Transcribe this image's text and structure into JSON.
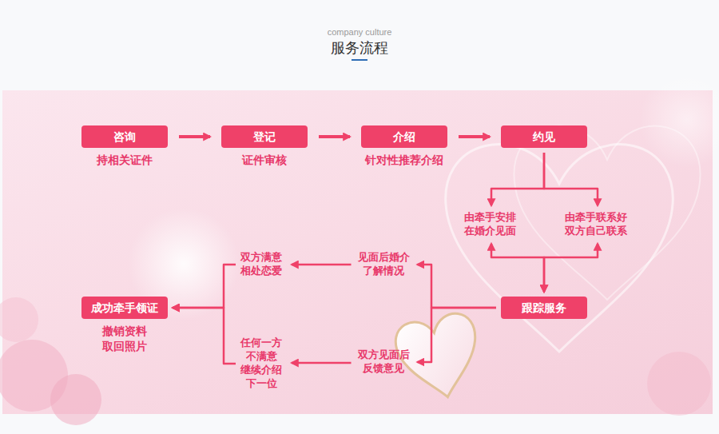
{
  "diagram": {
    "title": "服务流程",
    "nodes": [
      {
        "text": [
          "咨询",
          "持相关证件"
        ]
      },
      {
        "text": [
          "登记",
          "证件审核"
        ]
      },
      {
        "text": [
          "介绍",
          "针对性推荐介绍"
        ]
      },
      {
        "text": [
          "约见"
        ]
      },
      {
        "text": [
          "由牵手安排 在婚介见面"
        ]
      },
      {
        "text": [
          "由牵手联系好 双方自己联系"
        ]
      },
      {
        "text": [
          "跟踪服务"
        ]
      },
      {
        "text": [
          "见面后婚介 了解情况"
        ]
      },
      {
        "text": [
          "双方见面后 反馈意见"
        ]
      },
      {
        "text": [
          "双方满意 相处恋爱"
        ]
      },
      {
        "text": [
          "任何一方 不满意 继续介绍 下一位"
        ]
      },
      {
        "text": [
          "成功牵手领证",
          "撤销资料 取回照片"
        ]
      }
    ],
    "edges": [
      {
        "from": 0,
        "to": 1,
        "arrow": "to"
      },
      {
        "from": 1,
        "to": 2,
        "arrow": "to"
      },
      {
        "from": 2,
        "to": 3,
        "arrow": "to"
      },
      {
        "from": 3,
        "to": 4,
        "arrow": "to"
      },
      {
        "from": 3,
        "to": 5,
        "arrow": "to"
      },
      {
        "from": 4,
        "to": 6,
        "arrow": "both"
      },
      {
        "from": 5,
        "to": 6,
        "arrow": "both"
      },
      {
        "from": 6,
        "to": 7,
        "arrow": "to"
      },
      {
        "from": 6,
        "to": 8,
        "arrow": "to"
      },
      {
        "from": 7,
        "to": 9,
        "arrow": "to"
      },
      {
        "from": 8,
        "to": 10,
        "arrow": "to"
      },
      {
        "from": 9,
        "to": 11,
        "arrow": "to"
      },
      {
        "from": 10,
        "to": 11,
        "arrow": "to"
      }
    ],
    "labels": [
      "company culture"
    ]
  }
}
